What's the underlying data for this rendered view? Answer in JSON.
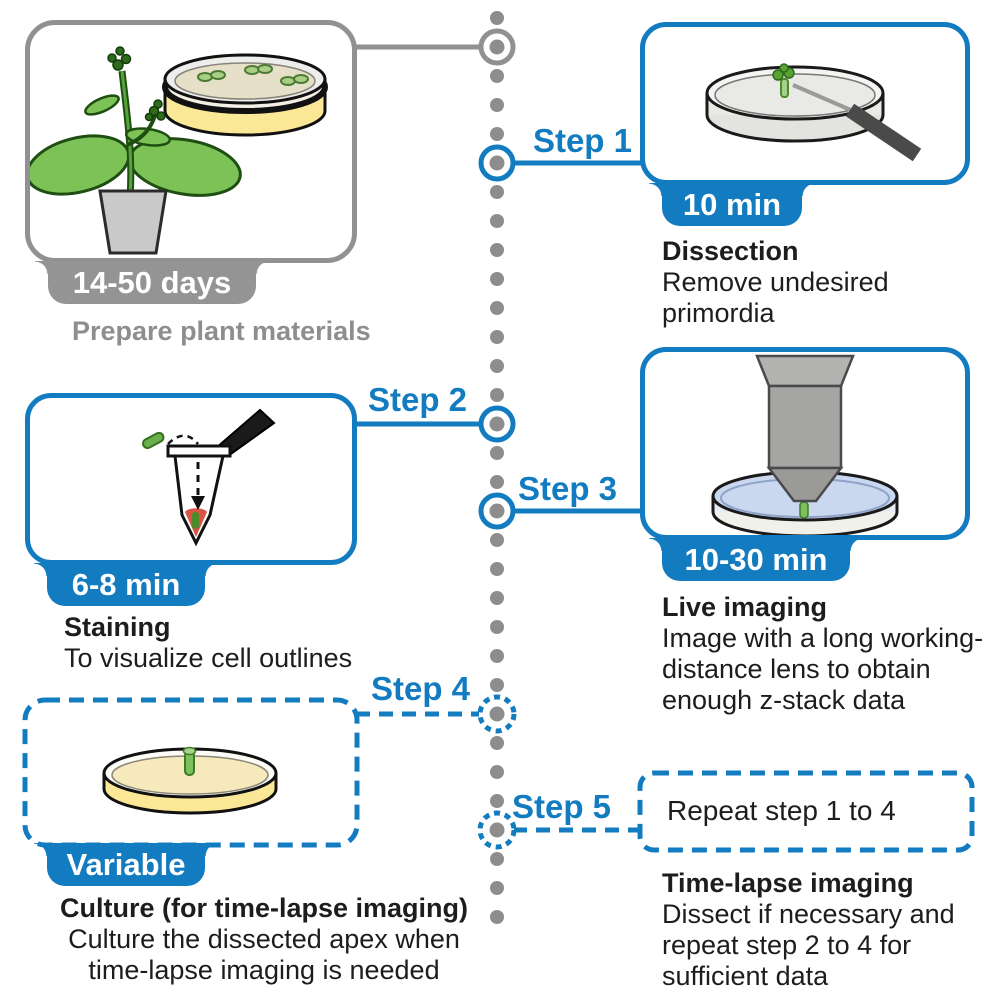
{
  "palette": {
    "accent_blue": "#137cc0",
    "border_gray": "#8f9193",
    "dot_gray": "#8d8d8d",
    "badge_gray": "#949494",
    "caption_gray": "#8e8e8e",
    "text_black": "#1d1d1d",
    "leaf_green": "#7dc257",
    "leaf_dark": "#2e6b1d",
    "agar_yellow": "#fbe896",
    "stain_red": "#d85545",
    "liquid_blue": "#c9d7ef",
    "metal_gray": "#a5a5a3",
    "scalpel_dark": "#4a4a4a",
    "pot_gray": "#c9c9c9"
  },
  "prepare": {
    "badge": "14-50 days",
    "caption": "Prepare plant materials",
    "illustration": "arabidopsis-plant-and-seedling-plate"
  },
  "steps": [
    {
      "label": "Step 1",
      "badge": "10 min",
      "title": "Dissection",
      "body": "Remove undesired\nprimordia",
      "illustration": "dissection-dish-with-scalpel"
    },
    {
      "label": "Step 2",
      "badge": "6-8 min",
      "title": "Staining",
      "body": "To visualize cell outlines",
      "illustration": "staining-tube"
    },
    {
      "label": "Step 3",
      "badge": "10-30 min",
      "title": "Live imaging",
      "body": "Image with a long working-\ndistance lens to obtain\nenough z-stack data",
      "illustration": "objective-lens-over-dish"
    },
    {
      "label": "Step 4",
      "badge": "Variable",
      "title": "Culture (for time-lapse imaging)",
      "body": "Culture the dissected apex when\ntime-lapse imaging is needed",
      "illustration": "culture-dish-with-apex"
    },
    {
      "label": "Step 5",
      "box_text": "Repeat step 1 to 4",
      "title": "Time-lapse imaging",
      "body": "Dissect if necessary and\nrepeat step 2 to 4 for\nsufficient data"
    }
  ]
}
